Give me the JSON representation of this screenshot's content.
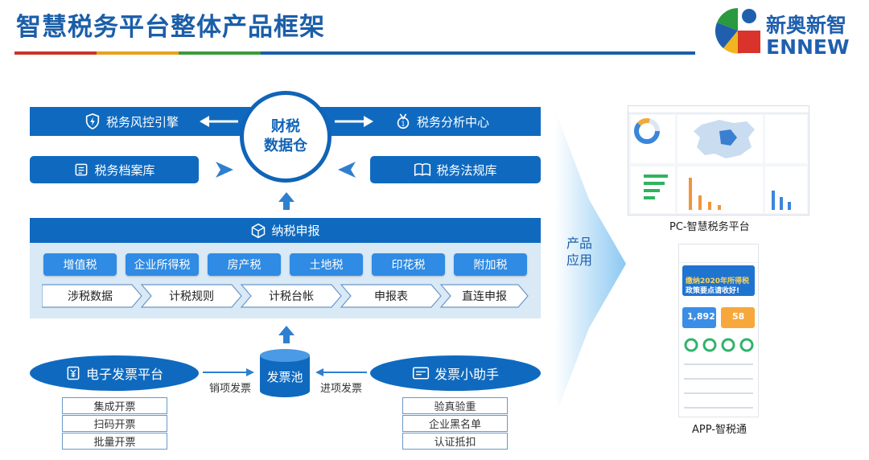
{
  "header": {
    "title": "智慧税务平台整体产品框架",
    "logo_cn": "新奥新智",
    "logo_en": "ENNEW"
  },
  "colors": {
    "primary_blue": "#0f6abf",
    "light_blue": "#2f8be4",
    "panel_bg": "#d9e9f6",
    "bar_red": "#c8362b",
    "bar_orange": "#e8a21e",
    "bar_green": "#3c9a3c",
    "bar_blue": "#1b5ea8"
  },
  "top": {
    "risk_engine": "税务风控引擎",
    "analysis_center": "税务分析中心",
    "archive": "税务档案库",
    "law_library": "税务法规库",
    "center_line1": "财税",
    "center_line2": "数据仓"
  },
  "declaration": {
    "title": "纳税申报",
    "taxes": [
      "增值税",
      "企业所得税",
      "房产税",
      "土地税",
      "印花税",
      "附加税"
    ],
    "flow": [
      "涉税数据",
      "计税规则",
      "计税台帐",
      "申报表",
      "直连申报"
    ]
  },
  "bottom": {
    "e_invoice": "电子发票平台",
    "e_invoice_items": [
      "集成开票",
      "扫码开票",
      "批量开票"
    ],
    "sales_invoice": "销项发票",
    "pool": "发票池",
    "purchase_invoice": "进项发票",
    "assistant": "发票小助手",
    "assistant_items": [
      "验真验重",
      "企业黑名单",
      "认证抵扣"
    ]
  },
  "products": {
    "label_line1": "产品",
    "label_line2": "应用",
    "pc_caption": "PC-智慧税务平台",
    "app_caption": "APP-智税通",
    "app": {
      "banner_line1": "缴纳2020年所得税",
      "banner_line2": "政策要点请收好!",
      "stat1": "1,892",
      "stat2": "58"
    }
  },
  "icons": {
    "risk": "shield-bolt-icon",
    "analysis": "medal-icon",
    "archive": "document-stack-icon",
    "law": "book-icon",
    "declaration": "cube-icon",
    "e_invoice": "yen-receipt-icon",
    "assistant": "invoice-card-icon"
  }
}
